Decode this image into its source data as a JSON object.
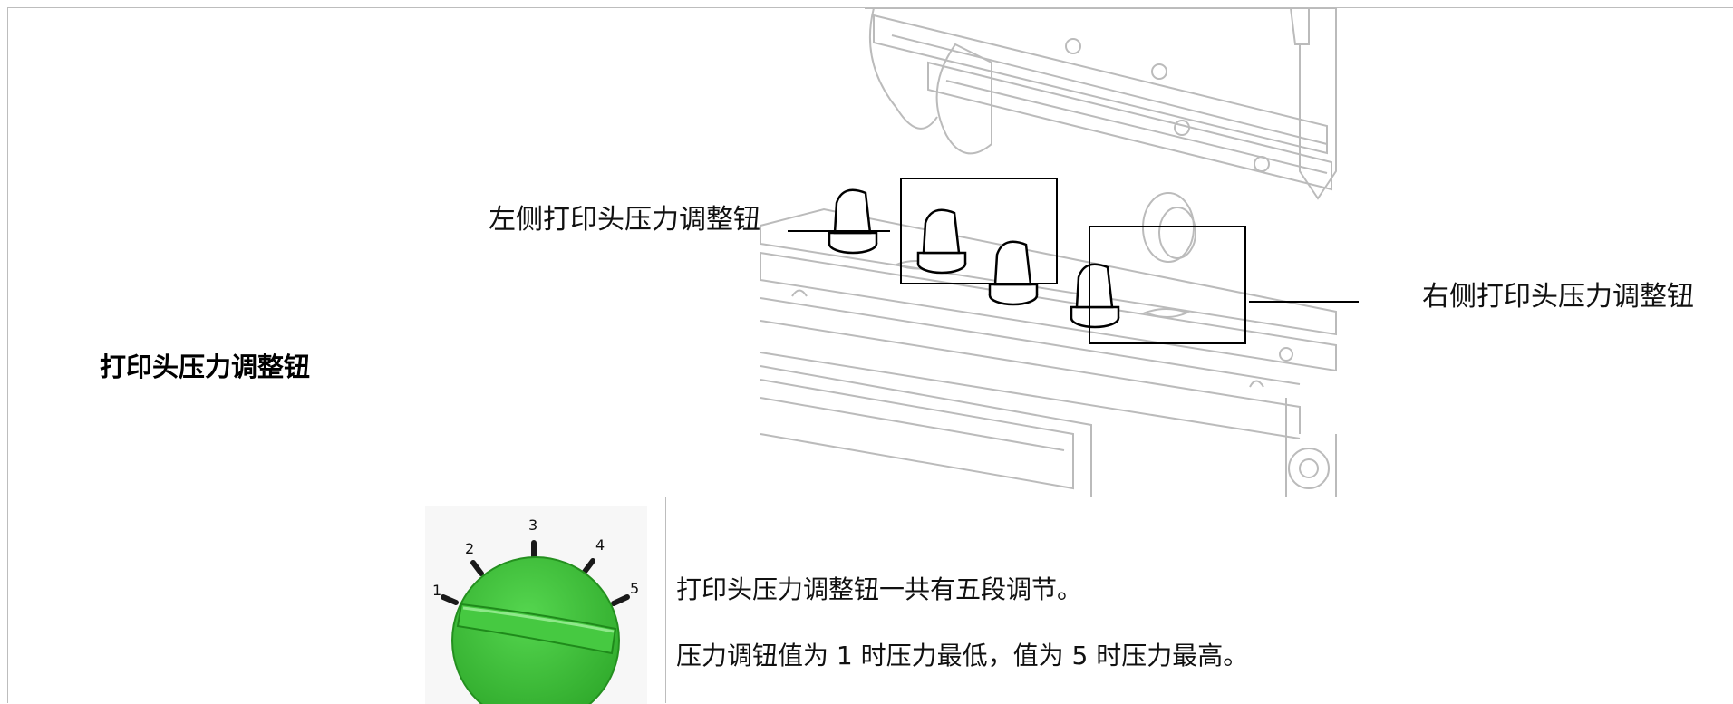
{
  "row_label": "打印头压力调整钮",
  "callouts": {
    "left": "左侧打印头压力调整钮",
    "right": "右侧打印头压力调整钮"
  },
  "dial": {
    "marks": [
      "1",
      "2",
      "3",
      "4",
      "5"
    ],
    "knob_color": "#3dbd3a"
  },
  "description": {
    "line1": "打印头压力调整钮一共有五段调节。",
    "line2": "压力调钮值为 1 时压力最低，值为 5 时压力最高。"
  }
}
